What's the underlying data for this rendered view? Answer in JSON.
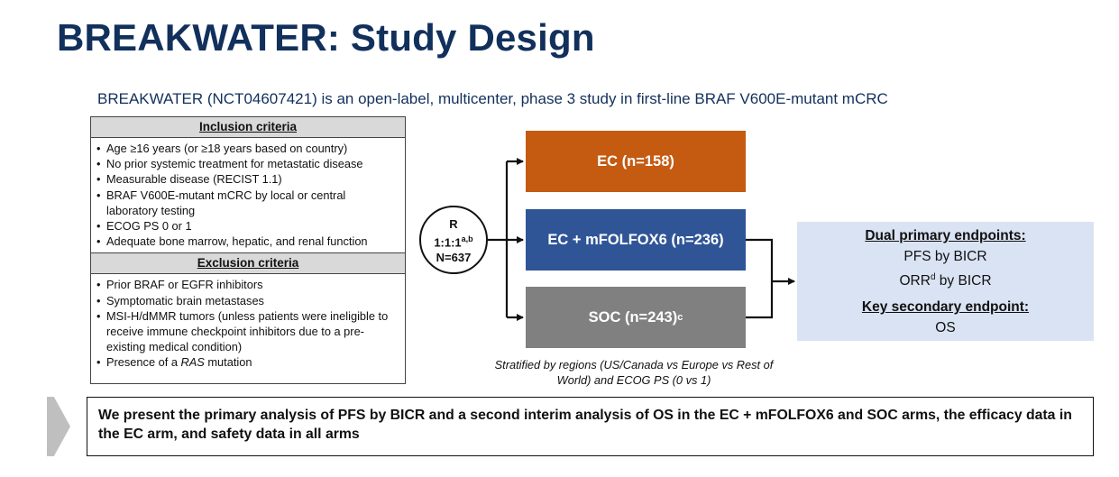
{
  "title": "BREAKWATER: Study Design",
  "subtitle": "BREAKWATER (NCT04607421) is an open-label, multicenter, phase 3 study in first-line BRAF V600E-mutant mCRC",
  "inclusion": {
    "heading": "Inclusion criteria",
    "items": [
      "Age ≥16 years (or ≥18 years based on country)",
      "No prior systemic treatment for metastatic disease",
      "Measurable disease (RECIST 1.1)",
      "BRAF V600E-mutant mCRC by local or central laboratory testing",
      "ECOG PS 0 or 1",
      "Adequate bone marrow, hepatic, and renal function"
    ]
  },
  "exclusion": {
    "heading": "Exclusion criteria",
    "items": [
      "Prior BRAF or EGFR inhibitors",
      "Symptomatic brain metastases",
      "MSI-H/dMMR tumors (unless patients were ineligible to receive immune checkpoint inhibitors due to a pre-existing medical condition)",
      "Presence of a RAS mutation"
    ]
  },
  "randomization": {
    "label": "R",
    "ratio": "1:1:1",
    "ratio_footnote": "a,b",
    "n": "N=637"
  },
  "arms": [
    {
      "label": "EC (n=158)",
      "footnote": "",
      "color": "#c55a11"
    },
    {
      "label": "EC + mFOLFOX6 (n=236)",
      "footnote": "",
      "color": "#2f5597"
    },
    {
      "label": "SOC (n=243)",
      "footnote": "c",
      "color": "#808080"
    }
  ],
  "stratification": "Stratified by regions (US/Canada vs Europe vs Rest of World) and ECOG PS (0 vs 1)",
  "endpoints": {
    "primary_heading": "Dual primary endpoints:",
    "primary_1": "PFS by BICR",
    "primary_2_pre": "ORR",
    "primary_2_footnote": "d",
    "primary_2_post": " by BICR",
    "secondary_heading": "Key secondary endpoint:",
    "secondary_1": "OS"
  },
  "bottom_text": "We present the primary analysis of PFS by BICR and a second interim analysis of OS in the EC + mFOLFOX6 and SOC arms, the efficacy data in the EC arm, and safety data in all arms",
  "colors": {
    "title": "#12305c",
    "header_fill": "#d9d9d9",
    "endpoints_fill": "#dae3f3",
    "chevron": "#bfbfbf"
  }
}
